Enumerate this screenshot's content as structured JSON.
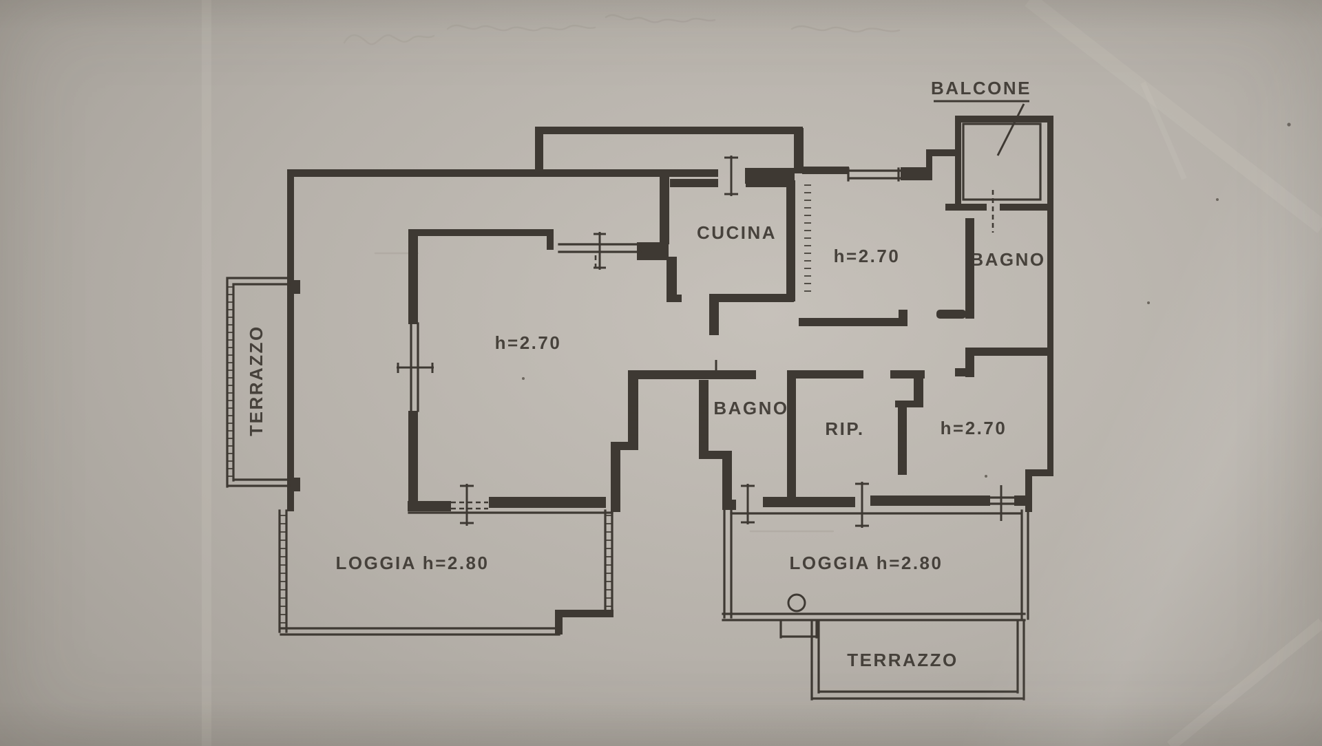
{
  "palette": {
    "paper": "#b6b1aa",
    "paper_light": "#c6c1ba",
    "paper_dark": "#a39e97",
    "ink": "#3e3933",
    "ghost": "#a8a29a"
  },
  "drawing": {
    "type": "apartment floor plan scan",
    "labels": {
      "balcone": "BALCONE",
      "cucina": "CUCINA",
      "h_kitchen_room": "h=2.70",
      "bagno_top_right": "BAGNO",
      "terrazzo_left": "TERRAZZO",
      "h_living": "h=2.70",
      "bagno_center": "BAGNO",
      "rip": "RIP.",
      "h_bedroom": "h=2.70",
      "loggia_left": "LOGGIA h=2.80",
      "loggia_right": "LOGGIA h=2.80",
      "terrazzo_bottom": "TERRAZZO"
    },
    "heights_shown": [
      "h=2.70",
      "h=2.80"
    ]
  }
}
